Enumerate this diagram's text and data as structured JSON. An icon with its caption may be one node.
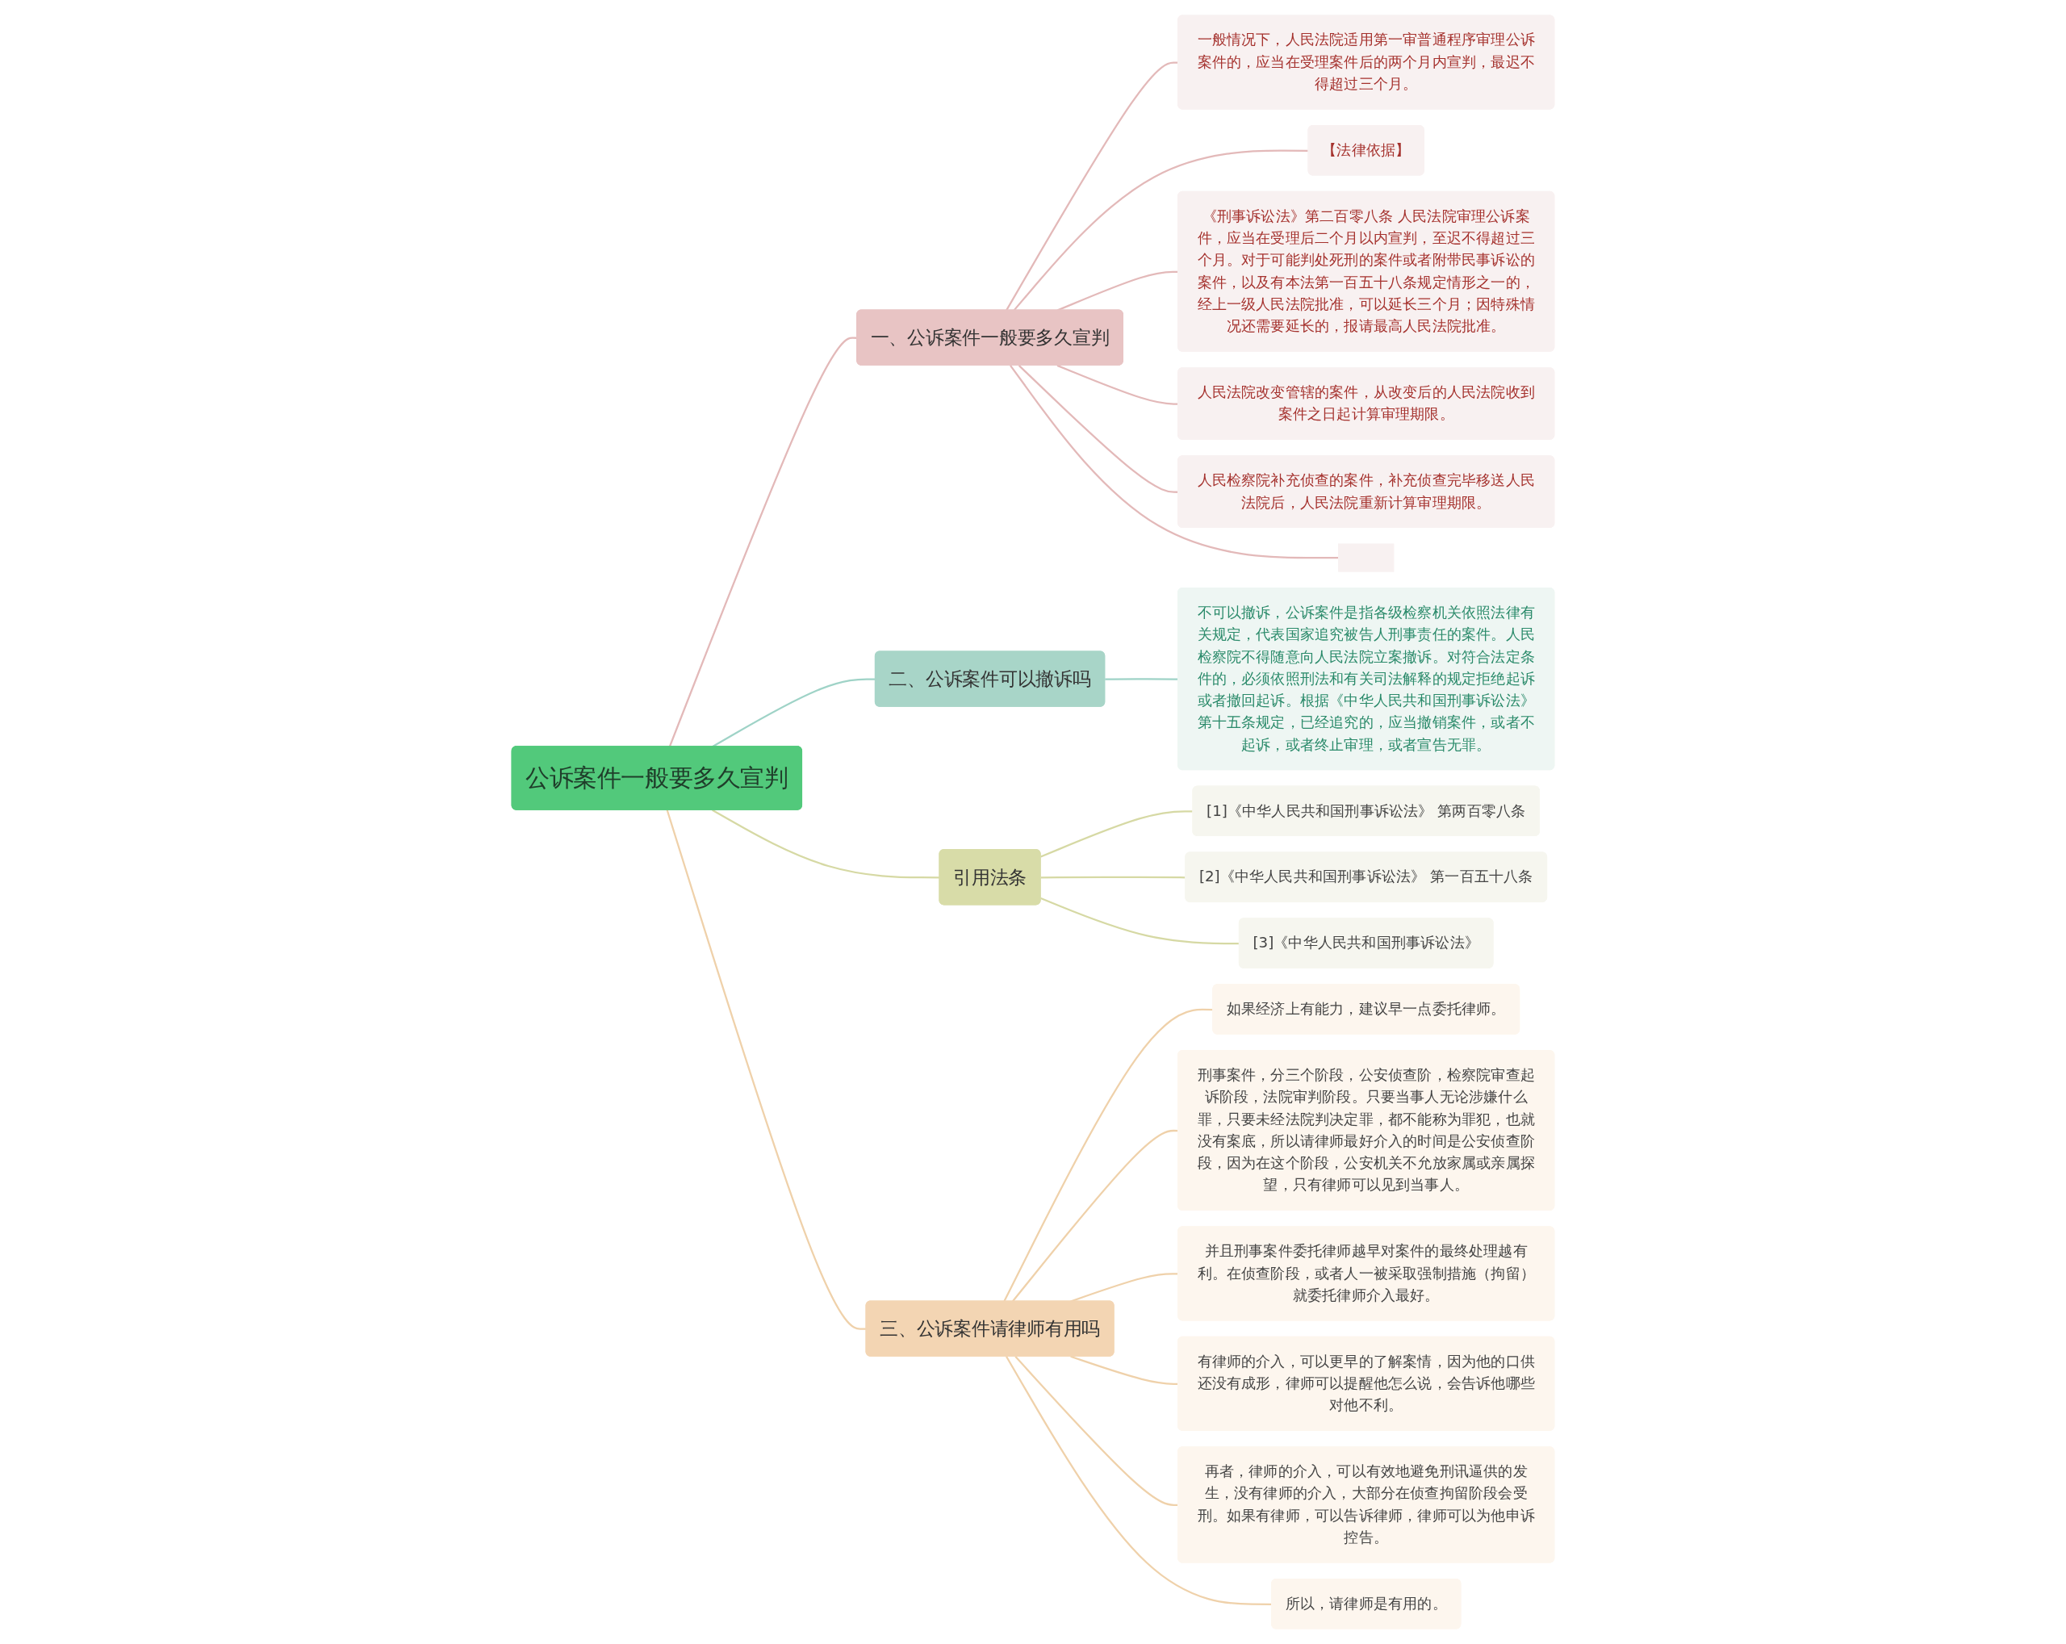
{
  "diagram": {
    "nodes": [
      {
        "text": [
          "公诉案件一般要多久宣判"
        ]
      },
      {
        "text": [
          "一、公诉案件一般要多久宣判"
        ]
      },
      {
        "text": [
          "一般情况下，人民法院适用第一审普通程序审理公诉案件的，应当在受理案件后的两个月内宣判，最迟不得超过三个月。"
        ]
      },
      {
        "text": [
          "【法律依据】"
        ]
      },
      {
        "text": [
          "《刑事诉讼法》第二百零八条 人民法院审理公诉案件，应当在受理后二个月以内宣判，至迟不得超过三个月。对于可能判处死刑的案件或者附带民事诉讼的案件，以及有本法第一百五十八条规定情形之一的，经上一级人民法院批准，可以延长三个月；因特殊情况还需要延长的，报请最高人民法院批准。"
        ]
      },
      {
        "text": [
          "人民法院改变管辖的案件，从改变后的人民法院收到案件之日起计算审理期限。"
        ]
      },
      {
        "text": [
          "人民检察院补充侦查的案件，补充侦查完毕移送人民法院后，人民法院重新计算审理期限。"
        ]
      },
      {
        "text": [],
        "shape": "box"
      },
      {
        "text": [
          "二、公诉案件可以撤诉吗"
        ]
      },
      {
        "text": [
          "不可以撤诉，公诉案件是指各级检察机关依照法律有关规定，代表国家追究被告人刑事责任的案件。人民检察院不得随意向人民法院立案撤诉。对符合法定条件的，必须依照刑法和有关司法解释的规定拒绝起诉或者撤回起诉。根据《中华人民共和国刑事诉讼法》第十五条规定，已经追究的，应当撤销案件，或者不起诉，或者终止审理，或者宣告无罪。"
        ]
      },
      {
        "text": [
          "引用法条"
        ]
      },
      {
        "text": [
          "[1]《中华人民共和国刑事诉讼法》 第两百零八条"
        ]
      },
      {
        "text": [
          "[2]《中华人民共和国刑事诉讼法》 第一百五十八条"
        ]
      },
      {
        "text": [
          "[3]《中华人民共和国刑事诉讼法》"
        ]
      },
      {
        "text": [
          "三、公诉案件请律师有用吗"
        ]
      },
      {
        "text": [
          "如果经济上有能力，建议早一点委托律师。"
        ]
      },
      {
        "text": [
          "刑事案件，分三个阶段，公安侦查阶，检察院审查起诉阶段，法院审判阶段。只要当事人无论涉嫌什么罪，只要未经法院判决定罪，都不能称为罪犯，也就没有案底，所以请律师最好介入的时间是公安侦查阶段，因为在这个阶段，公安机关不允放家属或亲属探望，只有律师可以见到当事人。"
        ]
      },
      {
        "text": [
          "并且刑事案件委托律师越早对案件的最终处理越有利。在侦查阶段，或者人一被采取强制措施（拘留）就委托律师介入最好。"
        ]
      },
      {
        "text": [
          "有律师的介入，可以更早的了解案情，因为他的口供还没有成形，律师可以提醒他怎么说，会告诉他哪些对他不利。"
        ]
      },
      {
        "text": [
          "再者，律师的介入，可以有效地避免刑讯逼供的发生，没有律师的介入，大部分在侦查拘留阶段会受刑。如果有律师，可以告诉律师，律师可以为他申诉控告。"
        ]
      },
      {
        "text": [
          "所以，请律师是有用的。"
        ]
      }
    ],
    "edges": [
      {
        "from": 0,
        "to": 1,
        "arrow": "none",
        "color": "#e3b9b9"
      },
      {
        "from": 1,
        "to": 2,
        "arrow": "none",
        "color": "#e3b9b9"
      },
      {
        "from": 1,
        "to": 3,
        "arrow": "none",
        "color": "#e3b9b9"
      },
      {
        "from": 1,
        "to": 4,
        "arrow": "none",
        "color": "#e3b9b9"
      },
      {
        "from": 1,
        "to": 5,
        "arrow": "none",
        "color": "#e3b9b9"
      },
      {
        "from": 1,
        "to": 6,
        "arrow": "none",
        "color": "#e3b9b9"
      },
      {
        "from": 1,
        "to": 7,
        "arrow": "none",
        "color": "#e3b9b9"
      },
      {
        "from": 0,
        "to": 8,
        "arrow": "none",
        "color": "#9fd3c7"
      },
      {
        "from": 8,
        "to": 9,
        "arrow": "none",
        "color": "#9fd3c7"
      },
      {
        "from": 0,
        "to": 10,
        "arrow": "none",
        "color": "#d6d9a4"
      },
      {
        "from": 10,
        "to": 11,
        "arrow": "none",
        "color": "#d6d9a4"
      },
      {
        "from": 10,
        "to": 12,
        "arrow": "none",
        "color": "#d6d9a4"
      },
      {
        "from": 10,
        "to": 13,
        "arrow": "none",
        "color": "#d6d9a4"
      },
      {
        "from": 0,
        "to": 14,
        "arrow": "none",
        "color": "#efd1aa"
      },
      {
        "from": 14,
        "to": 15,
        "arrow": "none",
        "color": "#efd1aa"
      },
      {
        "from": 14,
        "to": 16,
        "arrow": "none",
        "color": "#efd1aa"
      },
      {
        "from": 14,
        "to": 17,
        "arrow": "none",
        "color": "#efd1aa"
      },
      {
        "from": 14,
        "to": 18,
        "arrow": "none",
        "color": "#efd1aa"
      },
      {
        "from": 14,
        "to": 19,
        "arrow": "none",
        "color": "#efd1aa"
      },
      {
        "from": 14,
        "to": 20,
        "arrow": "none",
        "color": "#efd1aa"
      }
    ]
  }
}
